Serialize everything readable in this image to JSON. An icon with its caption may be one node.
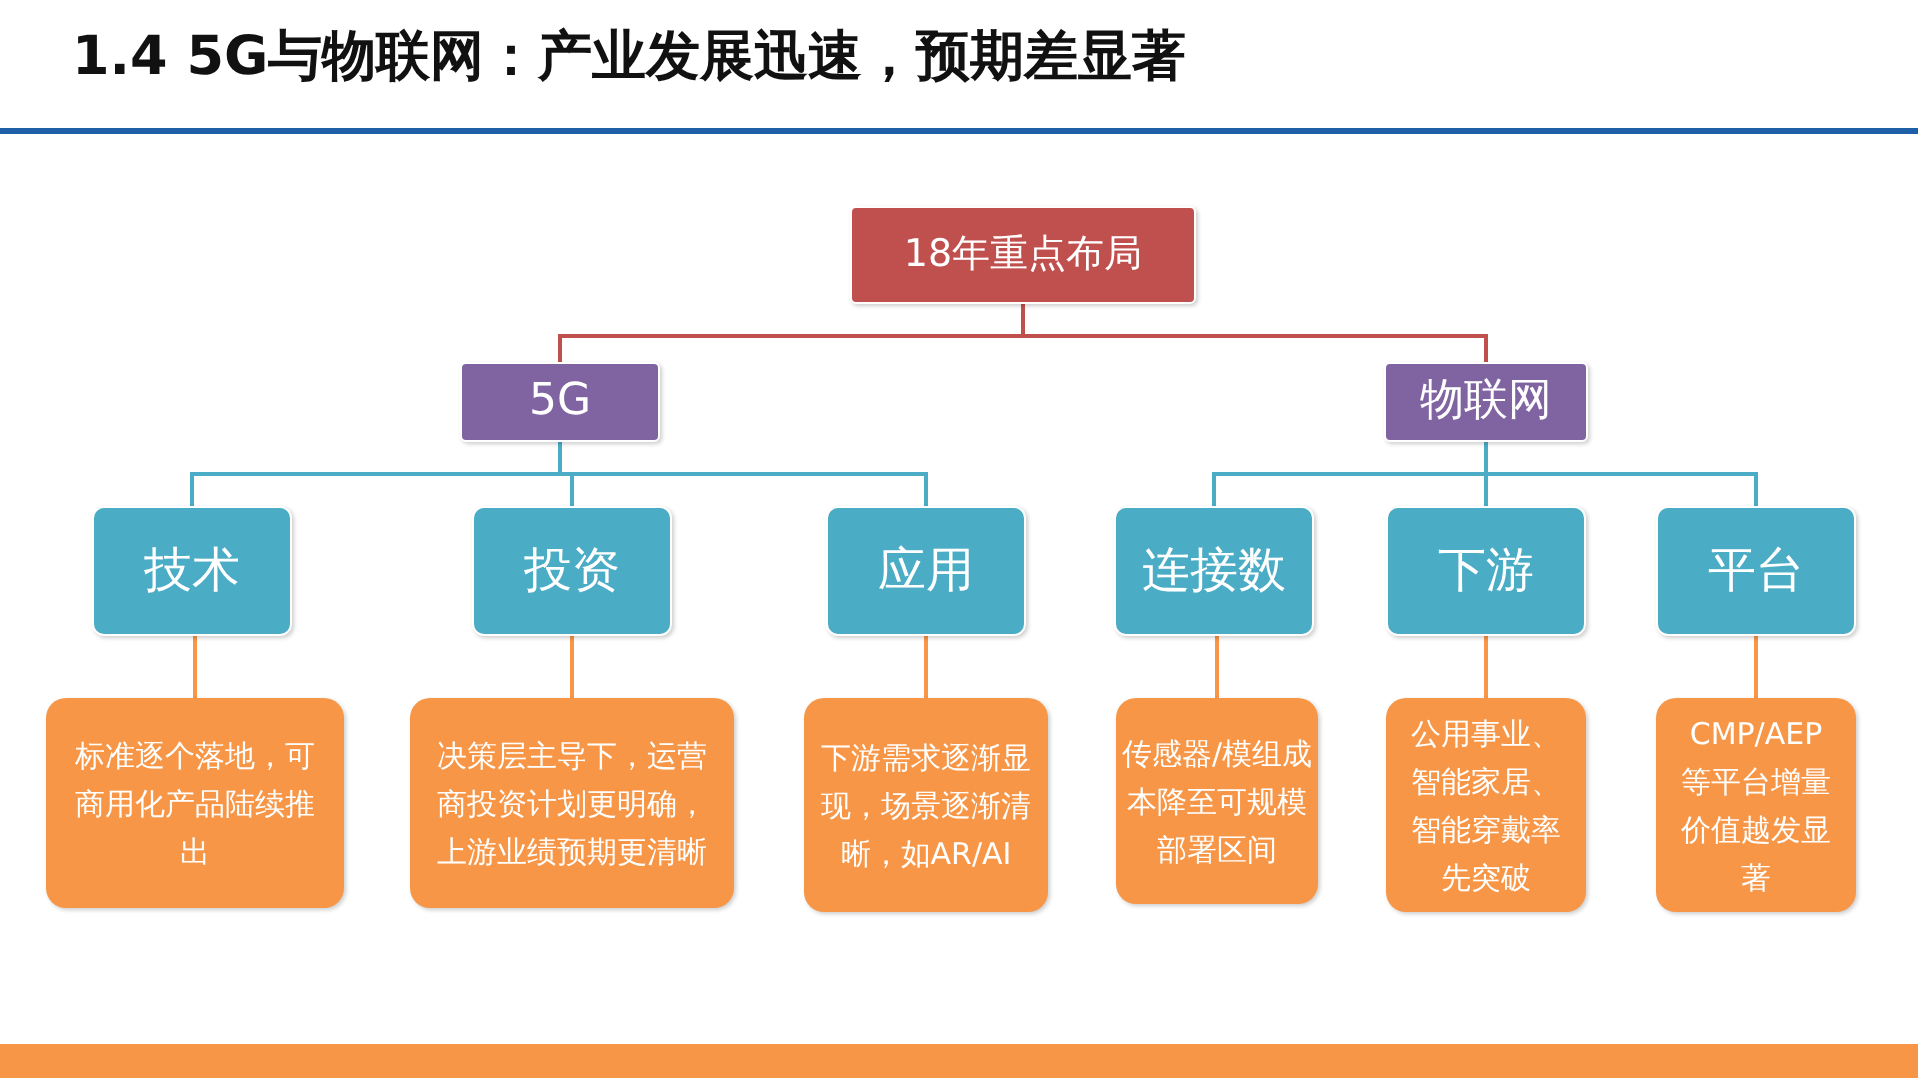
{
  "diagram": {
    "title": "1.4 5G与物联网：产业发展迅速，预期差显著",
    "nodes": [
      {
        "text": [
          "18年重点布局"
        ]
      },
      {
        "text": [
          "5G"
        ]
      },
      {
        "text": [
          "物联网"
        ]
      },
      {
        "text": [
          "技术"
        ]
      },
      {
        "text": [
          "投资"
        ]
      },
      {
        "text": [
          "应用"
        ]
      },
      {
        "text": [
          "连接数"
        ]
      },
      {
        "text": [
          "下游"
        ]
      },
      {
        "text": [
          "平台"
        ]
      },
      {
        "text": [
          "标准逐个落地，可商用化产品陆续推出"
        ]
      },
      {
        "text": [
          "决策层主导下，运营商投资计划更明确，上游业绩预期更清晰"
        ]
      },
      {
        "text": [
          "下游需求逐渐显现，场景逐渐清晰，如AR/AI"
        ]
      },
      {
        "text": [
          "传感器/模组成本降至可规模部署区间"
        ]
      },
      {
        "text": [
          "公用事业、智能家居、智能穿戴率先突破"
        ]
      },
      {
        "text": [
          "CMP/AEP等平台增量价值越发显著"
        ]
      }
    ],
    "edges": [
      {
        "from": 0,
        "to": 1,
        "arrow": "none",
        "color": "#c0504d"
      },
      {
        "from": 0,
        "to": 2,
        "arrow": "none",
        "color": "#c0504d"
      },
      {
        "from": 1,
        "to": 3,
        "arrow": "none"
      },
      {
        "from": 1,
        "to": 4,
        "arrow": "none"
      },
      {
        "from": 1,
        "to": 5,
        "arrow": "none"
      },
      {
        "from": 2,
        "to": 6,
        "arrow": "none"
      },
      {
        "from": 2,
        "to": 7,
        "arrow": "none"
      },
      {
        "from": 2,
        "to": 8,
        "arrow": "none"
      },
      {
        "from": 3,
        "to": 9,
        "arrow": "none",
        "color": "#f79646"
      },
      {
        "from": 4,
        "to": 10,
        "arrow": "none",
        "color": "#f79646"
      },
      {
        "from": 5,
        "to": 11,
        "arrow": "none",
        "color": "#f79646"
      },
      {
        "from": 6,
        "to": 12,
        "arrow": "none",
        "color": "#f79646"
      },
      {
        "from": 7,
        "to": 13,
        "arrow": "none",
        "color": "#f79646"
      },
      {
        "from": 8,
        "to": 14,
        "arrow": "none",
        "color": "#f79646"
      }
    ]
  }
}
